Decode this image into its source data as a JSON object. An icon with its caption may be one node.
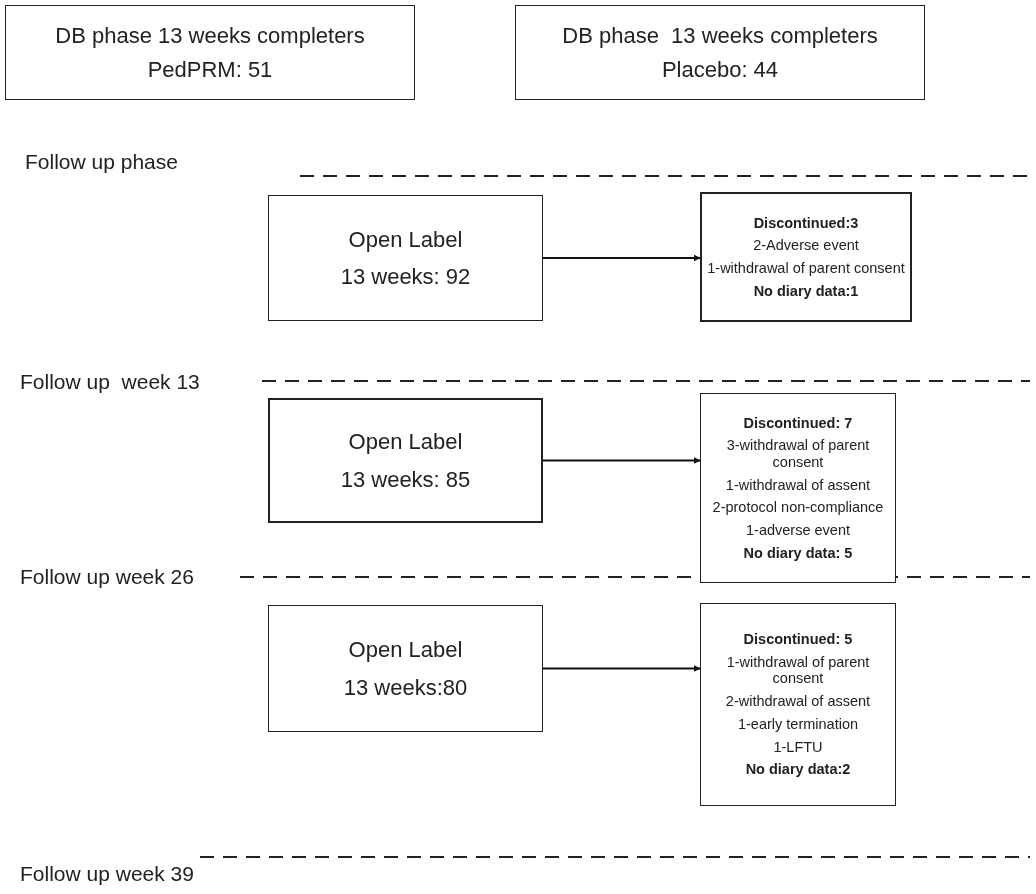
{
  "diagram": {
    "nodes": [
      {
        "text": [
          "DB phase 13 weeks completers",
          "PedPRM: 51"
        ]
      },
      {
        "text": [
          "DB phase  13 weeks completers",
          "Placebo: 44"
        ]
      },
      {
        "text": [
          "Open Label",
          "13 weeks: 92"
        ]
      },
      {
        "text": [
          "Discontinued:3",
          "2-Adverse event",
          "1-withdrawal of parent consent",
          "No diary data:1"
        ]
      },
      {
        "text": [
          "Open Label",
          "13 weeks: 85"
        ]
      },
      {
        "text": [
          "Discontinued: 7",
          "3-withdrawal of parent consent",
          "1-withdrawal of assent",
          "2-protocol non-compliance",
          "1-adverse event",
          "No diary data: 5"
        ]
      },
      {
        "text": [
          "Open Label",
          "13 weeks:80"
        ]
      },
      {
        "text": [
          "Discontinued: 5",
          "1-withdrawal of parent consent",
          "2-withdrawal of assent",
          "1-early termination",
          "1-LFTU",
          "No diary data:2"
        ]
      }
    ],
    "edges": [
      {
        "from": 2,
        "to": 3,
        "arrow": "to"
      },
      {
        "from": 4,
        "to": 5,
        "arrow": "to"
      },
      {
        "from": 6,
        "to": 7,
        "arrow": "to"
      }
    ],
    "labels": [
      "Follow up phase",
      "Follow up  week 13",
      "Follow up week 26",
      "Follow up week 39"
    ]
  }
}
